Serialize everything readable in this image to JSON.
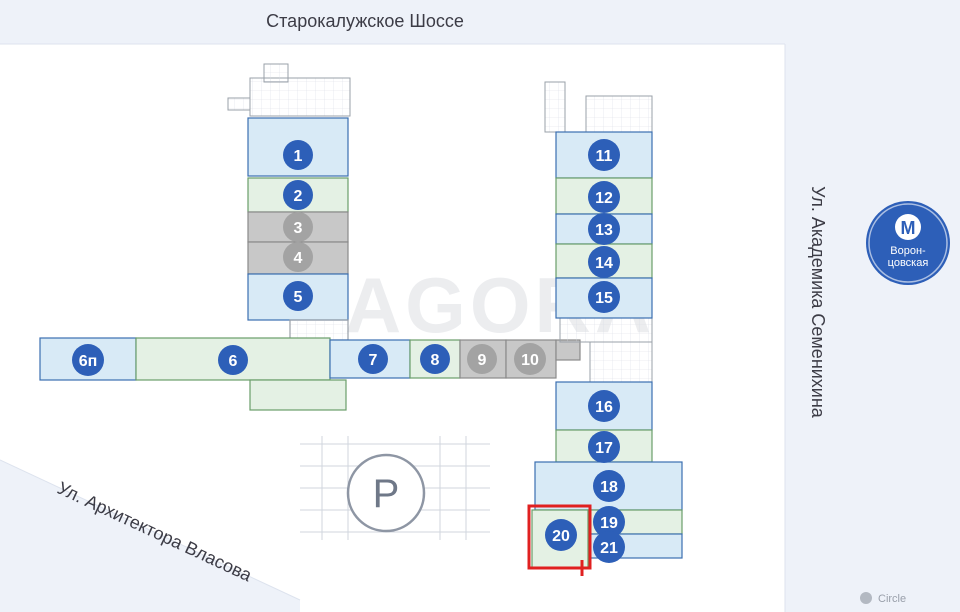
{
  "streets": {
    "top": "Старокалужское Шоссе",
    "right": "Ул. Академика Семенихина",
    "bottom_left": "Ул. Архитектора Власова"
  },
  "metro": {
    "icon_letter": "M",
    "line1": "Ворон-",
    "line2": "цовская"
  },
  "parking_symbol": "P",
  "watermark": "AGORA",
  "corner_logo": "Circle",
  "units": [
    {
      "id": "1",
      "status": "available"
    },
    {
      "id": "2",
      "status": "available"
    },
    {
      "id": "3",
      "status": "unavailable"
    },
    {
      "id": "4",
      "status": "unavailable"
    },
    {
      "id": "5",
      "status": "available"
    },
    {
      "id": "6п",
      "status": "available"
    },
    {
      "id": "6",
      "status": "available"
    },
    {
      "id": "7",
      "status": "available"
    },
    {
      "id": "8",
      "status": "available"
    },
    {
      "id": "9",
      "status": "unavailable"
    },
    {
      "id": "10",
      "status": "unavailable"
    },
    {
      "id": "11",
      "status": "available"
    },
    {
      "id": "12",
      "status": "available"
    },
    {
      "id": "13",
      "status": "available"
    },
    {
      "id": "14",
      "status": "available"
    },
    {
      "id": "15",
      "status": "available"
    },
    {
      "id": "16",
      "status": "available"
    },
    {
      "id": "17",
      "status": "available"
    },
    {
      "id": "18",
      "status": "available"
    },
    {
      "id": "19",
      "status": "available"
    },
    {
      "id": "20",
      "status": "selected"
    },
    {
      "id": "21",
      "status": "available"
    }
  ],
  "colors": {
    "marker": "#2d5fb8",
    "marker_unavailable": "#a3a3a3",
    "fill_blue": "#d8eaf6",
    "fill_green": "#e4f1e4",
    "fill_gray": "#c8c8c8",
    "highlight": "#e02020",
    "road": "#eef2f9"
  }
}
